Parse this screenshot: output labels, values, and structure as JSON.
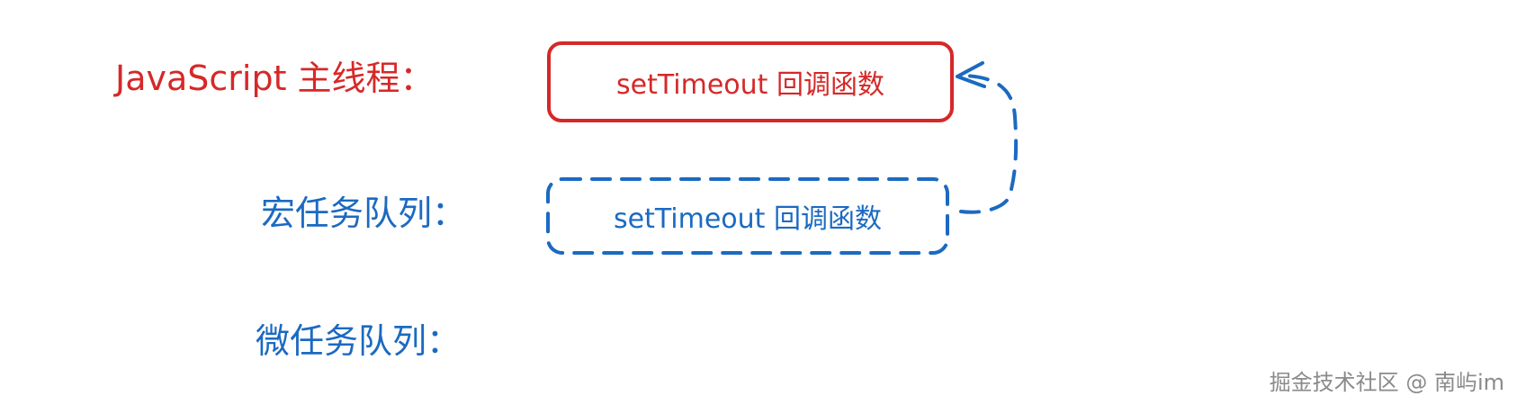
{
  "rows": {
    "main_thread": {
      "label": "JavaScript 主线程：",
      "box_text": "setTimeout 回调函数",
      "color": "#d62828"
    },
    "macro_queue": {
      "label": "宏任务队列：",
      "box_text": "setTimeout 回调函数",
      "color": "#1b6ac1"
    },
    "micro_queue": {
      "label": "微任务队列：",
      "color": "#1b6ac1"
    }
  },
  "watermark": "掘金技术社区 @ 南屿im"
}
